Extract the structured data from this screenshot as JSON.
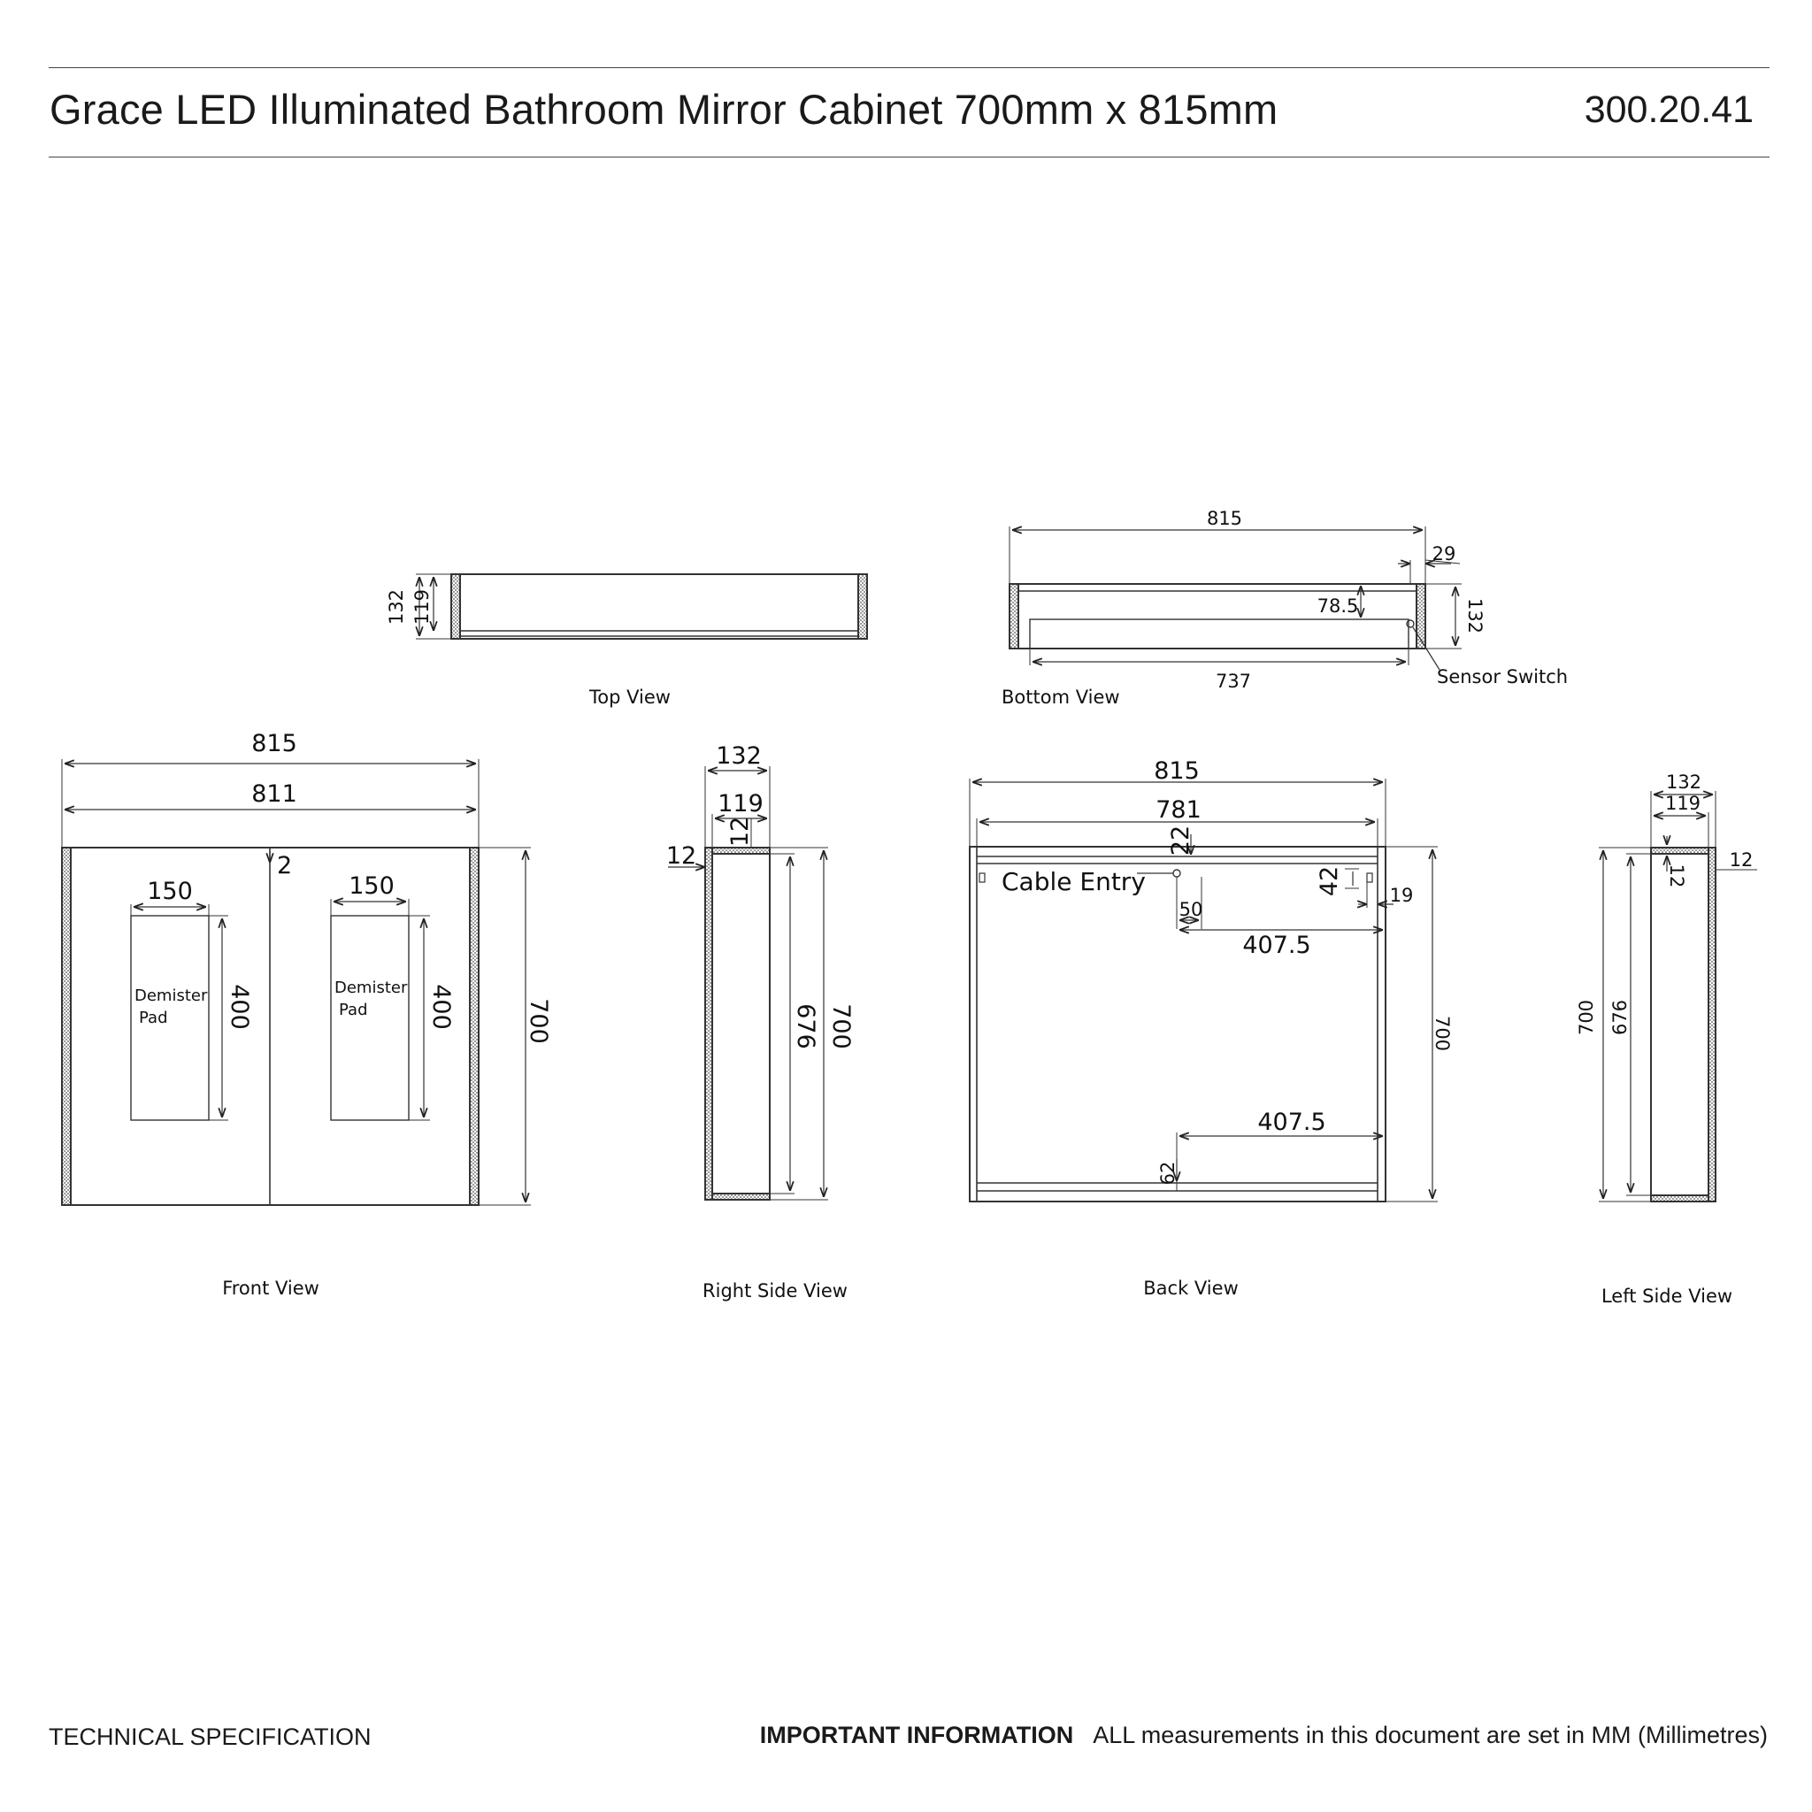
{
  "header": {
    "title": "Grace LED Illuminated Bathroom Mirror Cabinet 700mm x 815mm",
    "product_code": "300.20.41"
  },
  "footer": {
    "left": "TECHNICAL SPECIFICATION",
    "important_label": "IMPORTANT INFORMATION",
    "important_text": "ALL measurements in this document are set in MM (Millimetres)"
  },
  "views": {
    "top": {
      "caption": "Top View",
      "dims": {
        "depth": "132",
        "inner_depth": "119"
      }
    },
    "bottom": {
      "caption": "Bottom View",
      "dims": {
        "width": "815",
        "offset": "29",
        "inner": "78.5",
        "depth": "132",
        "sensor_span": "737"
      },
      "sensor_label": "Sensor Switch"
    },
    "front": {
      "caption": "Front View",
      "dims": {
        "width": "815",
        "inner_width": "811",
        "gap": "2",
        "pad_width_left": "150",
        "pad_width_right": "150",
        "pad_height_left": "400",
        "pad_height_right": "400",
        "height": "700"
      },
      "pad_label_left_1": "Demister",
      "pad_label_left_2": "Pad",
      "pad_label_right_1": "Demister",
      "pad_label_right_2": "Pad"
    },
    "right_side": {
      "caption": "Right Side View",
      "dims": {
        "depth": "132",
        "inner_depth": "119",
        "top": "12",
        "side": "12",
        "inner_height": "676",
        "height": "700"
      }
    },
    "back": {
      "caption": "Back View",
      "dims": {
        "width": "815",
        "inner_width": "781",
        "top_rail": "22",
        "cable_offset": "50",
        "side_offset": "42",
        "edge": "19",
        "upper_span": "407.5",
        "lower_span": "407.5",
        "bottom_rail": "62",
        "height": "700"
      },
      "cable_label": "Cable Entry"
    },
    "left_side": {
      "caption": "Left Side View",
      "dims": {
        "depth": "132",
        "inner_depth": "119",
        "top": "12",
        "side": "12",
        "height": "700",
        "inner_height": "676"
      }
    }
  }
}
